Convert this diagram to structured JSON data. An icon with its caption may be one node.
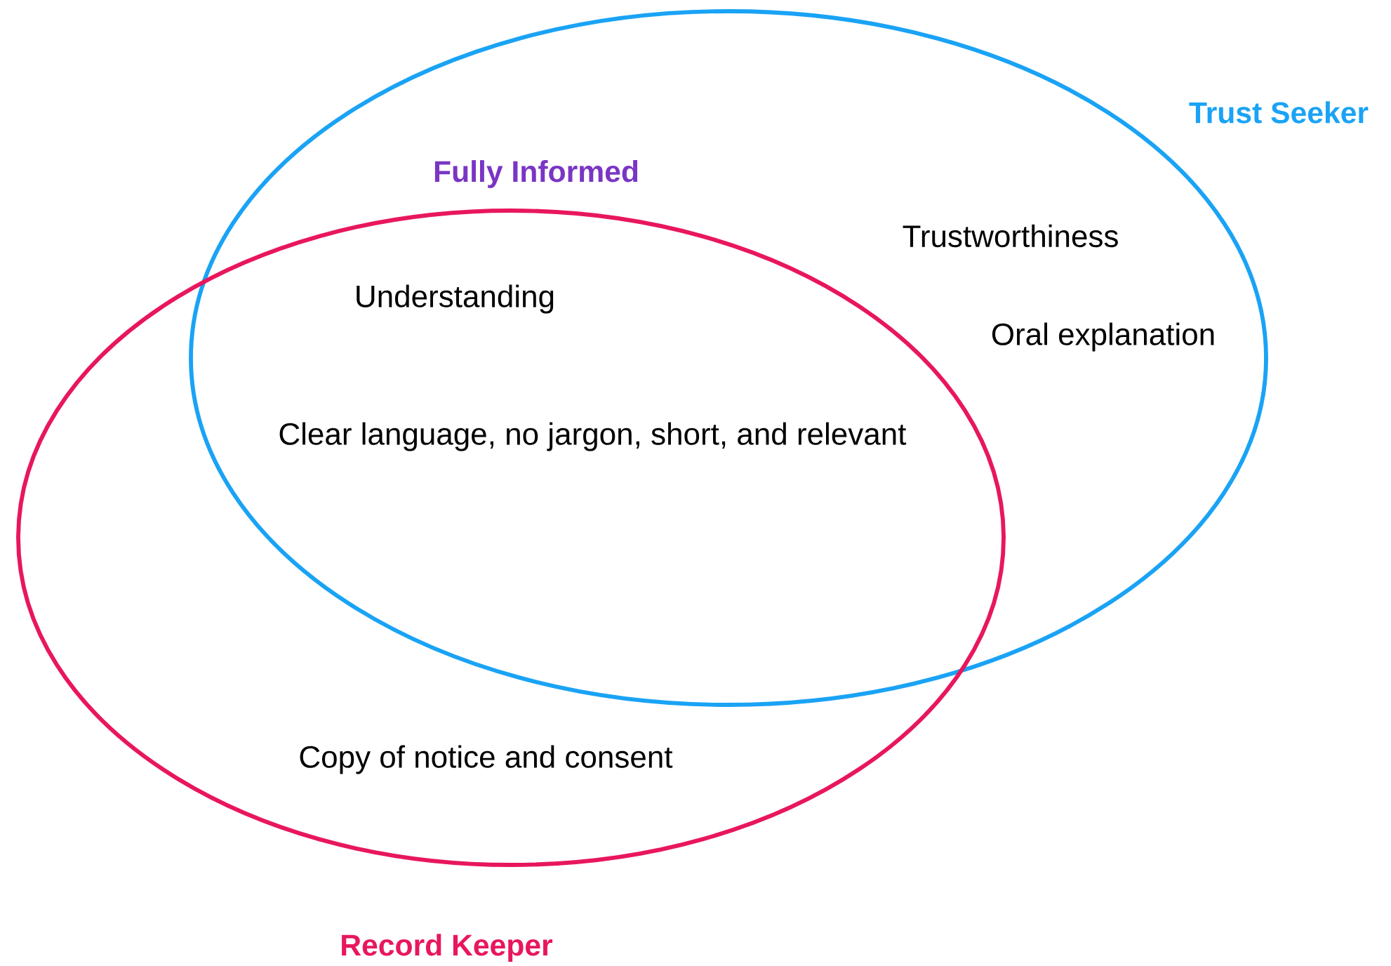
{
  "diagram": {
    "nodes": [
      {
        "text": [
          "Trust Seeker",
          "Trustworthiness",
          "Oral explanation"
        ]
      },
      {
        "text": [
          "Copy of notice and consent",
          "Record Keeper"
        ]
      }
    ],
    "labels": [
      "Fully Informed",
      "Understanding",
      "Clear language, no jargon, short, and relevant"
    ]
  }
}
